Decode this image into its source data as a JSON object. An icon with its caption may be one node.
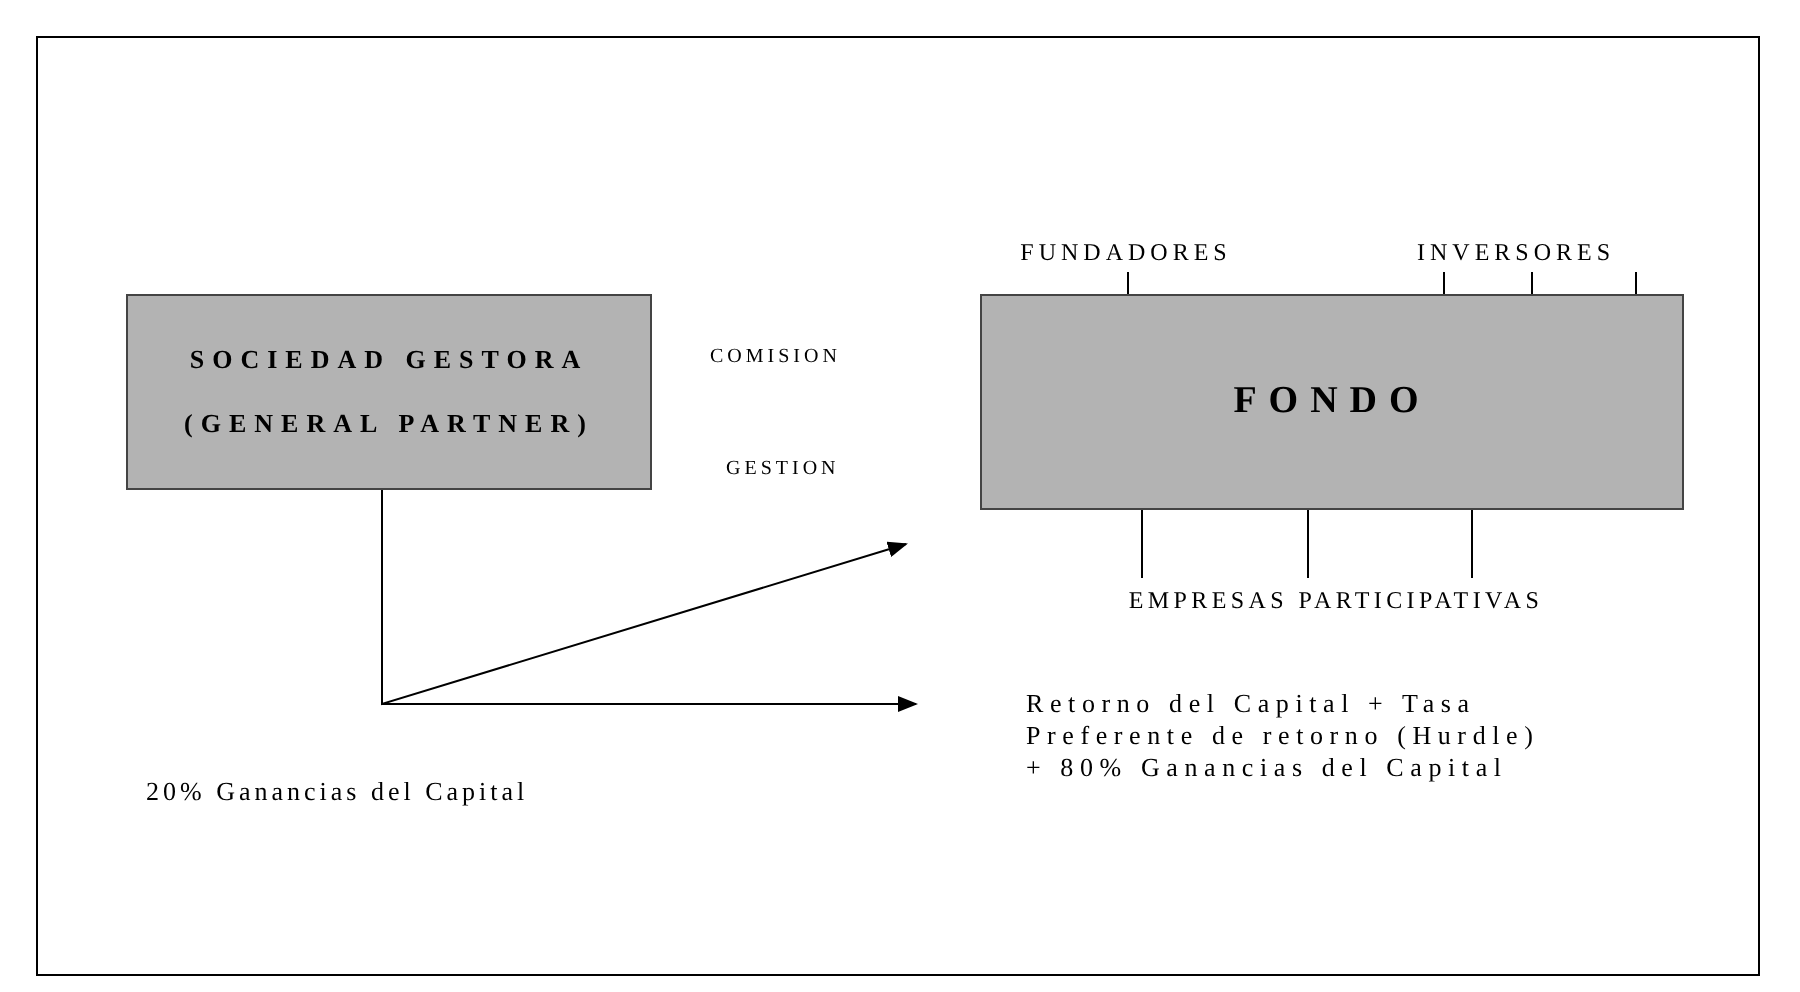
{
  "diagram": {
    "nodes": [
      {
        "text": [
          "SOCIEDAD GESTORA",
          "(GENERAL PARTNER)"
        ]
      },
      {
        "text": [
          "FONDO"
        ]
      },
      {
        "text": [
          "FUNDADORES"
        ]
      },
      {
        "text": [
          "INVERSORES"
        ]
      },
      {
        "text": [
          "EMPRESAS PARTICIPATIVAS"
        ]
      },
      {
        "text": [
          "Retorno del Capital + Tasa Preferente de retorno (Hurdle) + 80% Ganancias del Capital"
        ]
      }
    ],
    "edges": [
      {
        "from": 0,
        "to": null,
        "arrow": "to"
      },
      {
        "from": 0,
        "to": 5,
        "arrow": "to"
      },
      {
        "from": 2,
        "to": 1,
        "arrow": "none"
      },
      {
        "from": 3,
        "to": 1,
        "arrow": "none"
      },
      {
        "from": 3,
        "to": 1,
        "arrow": "none"
      },
      {
        "from": 3,
        "to": 1,
        "arrow": "none"
      },
      {
        "from": 1,
        "to": 4,
        "arrow": "none"
      },
      {
        "from": 1,
        "to": 4,
        "arrow": "none"
      },
      {
        "from": 1,
        "to": 4,
        "arrow": "none"
      }
    ],
    "labels": [
      "COMISION",
      "GESTION",
      "20% Ganancias del Capital"
    ]
  }
}
